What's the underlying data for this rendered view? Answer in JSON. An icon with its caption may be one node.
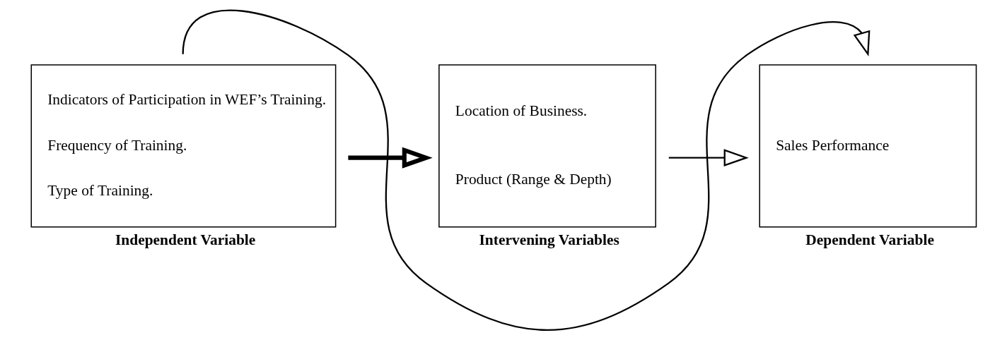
{
  "diagram": {
    "nodes": [
      {
        "text": [
          "Indicators of Participation in WEF’s Training.",
          "Frequency of Training.",
          "Type of Training."
        ],
        "beside": [
          "Independent Variable"
        ]
      },
      {
        "text": [
          "Location of Business.",
          "Product (Range & Depth)"
        ],
        "beside": [
          "Intervening Variables"
        ]
      },
      {
        "text": [
          "Sales Performance"
        ],
        "beside": [
          "Dependent Variable"
        ]
      }
    ],
    "edges": [
      {
        "from": 0,
        "to": 1,
        "arrow": "to",
        "style": "thick"
      },
      {
        "from": 1,
        "to": 2,
        "arrow": "to"
      },
      {
        "from": 0,
        "to": 2,
        "arrow": "to"
      }
    ]
  }
}
